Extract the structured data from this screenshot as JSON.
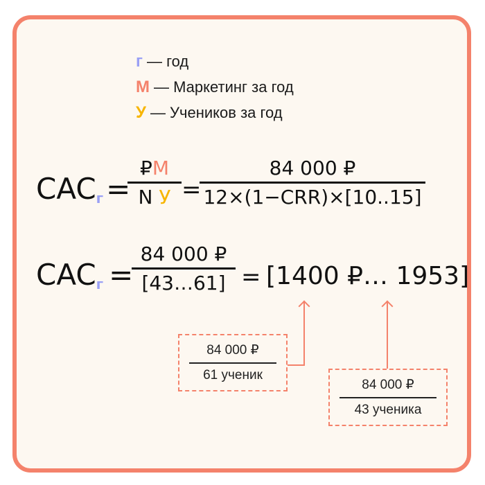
{
  "colors": {
    "year": "#9aa0f5",
    "marketing": "#f4826b",
    "students": "#f7b500",
    "border": "#f4826b"
  },
  "legend": [
    {
      "key": "г",
      "text": "— год"
    },
    {
      "key": "М",
      "text": "— Маркетинг за год"
    },
    {
      "key": "У",
      "text": "— Учеников за год"
    }
  ],
  "formula1": {
    "lhs": "CAC",
    "sub": "г",
    "eq": "=",
    "num_prefix": "₽",
    "num_key": "М",
    "den_prefix": "N",
    "den_key": "У",
    "num2": "84 000 ₽",
    "den2": "12×(1−CRR)×[10..15]"
  },
  "formula2": {
    "lhs": "CAC",
    "sub": "г",
    "eq": "=",
    "num": "84 000 ₽",
    "den": "[43…61]",
    "result": "[1400 ₽… 1953]"
  },
  "notes": [
    {
      "num": "84 000 ₽",
      "den": "61 ученик"
    },
    {
      "num": "84 000 ₽",
      "den": "43 ученика"
    }
  ]
}
